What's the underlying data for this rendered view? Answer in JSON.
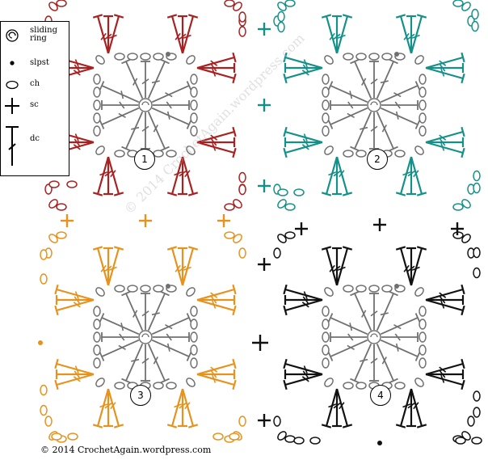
{
  "colors": {
    "center": "#707070",
    "square1": "#a82020",
    "square2": "#139088",
    "square3": "#e6921c",
    "square4": "#111111"
  },
  "legend": {
    "sliding_ring": "sliding ring",
    "slpst": "slpst",
    "ch": "ch",
    "sc": "sc",
    "dc": "dc"
  },
  "squares": [
    {
      "number": "1",
      "color_key": "square1"
    },
    {
      "number": "2",
      "color_key": "square2"
    },
    {
      "number": "3",
      "color_key": "square3"
    },
    {
      "number": "4",
      "color_key": "square4"
    }
  ],
  "watermark": "© 2014 CrochetAgain.wordpress.com",
  "copyright": "© 2014 CrochetAgain.wordpress.com"
}
